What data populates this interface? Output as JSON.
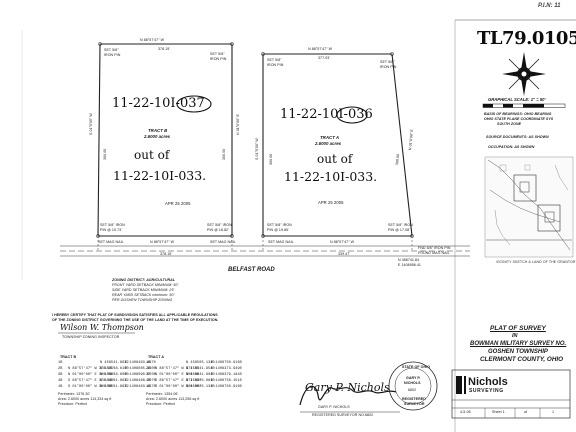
{
  "header": {
    "pin_label": "P.I.N: 11",
    "drawing_number": "TL79.0105"
  },
  "scale": {
    "label": "GRAPHICAL SCALE: 1\" = 50'"
  },
  "notes": {
    "basis_bearings": [
      "BASIS OF BEARINGS: OHIO BEARING",
      "OHIO STATE PLANE COORDINATE SYS",
      "SOUTH ZONE"
    ],
    "source_documents": "SOURCE DOCUMENTS: AS SHOWN",
    "occupation": "OCCUPATION: AS SHOWN",
    "vicinity_caption": "VICINITY SKETCH & LAND OF THE GRANTOR"
  },
  "tract_b": {
    "parcel_number": "11-22-10I-037",
    "title": "TRACT B",
    "acres": "2.6000 acres",
    "out_of": "out of",
    "parent_parcel": "11-22-10I-033.",
    "date_stamp": "APR 25 2005",
    "top_bearing": "N 88°57'47\" W",
    "top_distance": "378.15'",
    "left_label": "S 01°0'00\" W",
    "left_distance": "300.00",
    "right_label": "N 01°0'00\" E",
    "right_distance": "300.00",
    "tl_corner": [
      "SET 5/8\"",
      "IRON PIN"
    ],
    "tr_corner": [
      "SET 5/8\"",
      "IRON PIN"
    ],
    "bl_corner": [
      "SET 5/8\" IRON",
      "PIN @ 10.73'"
    ],
    "br_corner": [
      "SET 5/8\" IRON",
      "PIN @ 16.82'"
    ],
    "road_bearing": "N 88°57'47\" W",
    "road_distance": "378.15'"
  },
  "tract_a": {
    "parcel_number": "11-22-10I-036",
    "title": "TRACT A",
    "acres": "2.6000 acres",
    "out_of": "out of",
    "parent_parcel": "11-22-10I-033.",
    "date_stamp": "APR 25 2005",
    "top_bearing": "N 88°57'47\" W",
    "top_distance": "377.03'",
    "left_label": "S 01°0'00\" W",
    "left_distance": "300.00",
    "right_label": "N 01°0'00\" E",
    "right_distance": "300.00",
    "tl_corner": [
      "SET 5/8\"",
      "IRON PIN"
    ],
    "tr_corner": [
      "SET 5/8\"",
      "IRON PIN"
    ],
    "bl_corner": [
      "SET 5/8\" IRON",
      "PIN @ 19.85'"
    ],
    "br_corner": [
      "SET 5/8\" IRON",
      "PIN @ 17.08'"
    ],
    "road_bearing": "N 88°57'47\" W",
    "road_distance": "339.47'"
  },
  "road": {
    "name": "BELFAST ROAD",
    "left_mag": "SET MAG NAIL",
    "mid_mag_1": "SET MAG NAIL",
    "mid_mag_2": "SET MAG NAIL",
    "right_mag": [
      "FND 5/8\" IRON PIN",
      "FOUND MAG NAIL"
    ],
    "coord_line": [
      "N 458741.84",
      "E 1408956.41"
    ]
  },
  "zoning": {
    "lines": [
      "ZONING DISTRICT: AGRICULTURAL",
      "FRONT YARD SETBACK MINIMUM: 50'",
      "SIDE YARD SETBACK MINIMUM: 25'",
      "REAR YARD SETBACK minimum: 50'",
      "PER GOSHEN TOWNSHIP ZONING"
    ]
  },
  "certification": {
    "text_1": "I HEREBY CERTIFY THAT PLAT OF SUBDIVISION SATISFIES ALL APPLICABLE REGULATIONS",
    "text_2": "OF THE ZONING DISTRICT GOVERNING THE USE OF THE LAND AT THE TIME OF EXECUTION.",
    "signature": "Wilson W. Thompson",
    "role": "TOWNSHIP ZONING INSPECTOR"
  },
  "tables": {
    "left": {
      "heading": "TRACT B",
      "rows": [
        [
          "1B",
          "",
          "N 458541.8632",
          "E 1408463.4670"
        ],
        [
          "2B",
          "N 88°57'47\" W 378.15'",
          "N 458548.6100",
          "E 1408085.3300"
        ],
        [
          "3B",
          "N 01°00'00\" E 300.00'",
          "N 458848.6000",
          "E 1408090.5700"
        ],
        [
          "4B",
          "S 88°57'47\" E 378.15'",
          "N 458841.8632",
          "E 1408468.7070"
        ],
        [
          "1B",
          "S 01°00'00\" W 300.00'",
          "N 458541.8632",
          "E 1408463.4670"
        ]
      ],
      "perimeter": "Perimeter: 1376.30'",
      "area": "Area: 2.6000 acres 113,334 sq ft",
      "precision": "Precision: Perfect"
    },
    "right": {
      "heading": "TRACT A",
      "rows": [
        [
          "1A",
          "",
          "N 458505.1340",
          "E 1408750.9160"
        ],
        [
          "2A",
          "N 88°57'47\" W 377.03'",
          "N 458511.9540",
          "E 1408373.9490"
        ],
        [
          "3A",
          "N 01°00'00\" E 300.00'",
          "N 458811.9040",
          "E 1408379.1840"
        ],
        [
          "4A",
          "S 88°57'47\" E 377.03'",
          "N 458805.0840",
          "E 1408756.1510"
        ],
        [
          "1A",
          "S 01°00'00\" W 300.00'",
          "N 458505.1340",
          "E 1408750.9160"
        ]
      ],
      "perimeter": "Perimeter: 1354.06'",
      "area": "Area: 2.6000 acres 113,256 sq ft",
      "precision": "Precision: Perfect"
    }
  },
  "surveyor": {
    "signature": "Gary P. Nichols",
    "name_line": "GARY P. NICHOLS",
    "reg_line": "REGISTERED SURVEYOR NO.6802",
    "seal_lines": [
      "STATE OF OHIO",
      "GARY P.",
      "NICHOLS",
      "6802",
      "REGISTERED",
      "SURVEYOR"
    ]
  },
  "title_block": {
    "title": "PLAT OF SURVEY",
    "line2": "IN",
    "line3": "BOWMAN MILITARY SURVEY NO.",
    "line4": "GOSHEN TOWNSHIP",
    "line5": "CLERMONT COUNTY, OHIO",
    "company": "Nichols",
    "company_sub": "SURVEYING",
    "footer_cells": [
      "4-5-05",
      "Sheet 1",
      "of",
      "1"
    ]
  },
  "colors": {
    "ink": "#1a1a1a",
    "line": "#2a2a2a",
    "light": "#8a8a8a"
  }
}
